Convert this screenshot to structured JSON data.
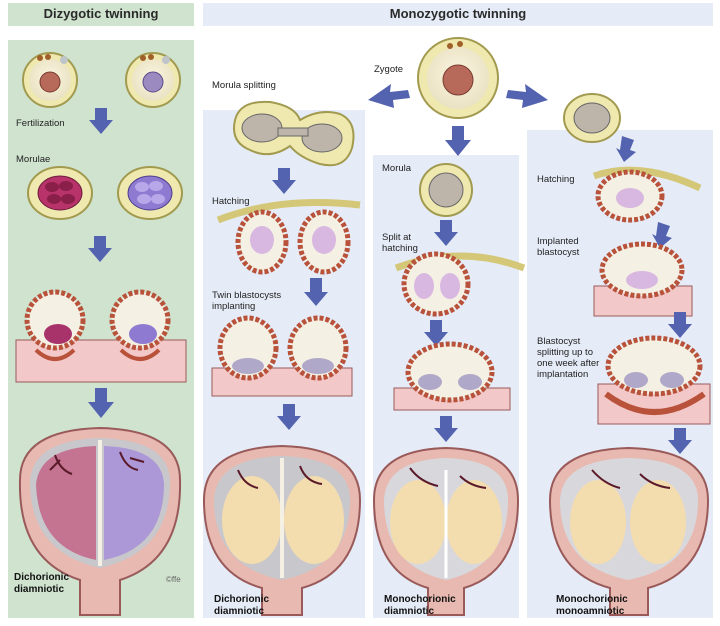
{
  "headers": {
    "dizygotic": "Dizygotic twinning",
    "monozygotic": "Monozygotic twinning"
  },
  "labels": {
    "fertilization": "Fertilization",
    "morulae": "Morulae",
    "zygote": "Zygote",
    "morula_splitting": "Morula splitting",
    "hatching_a": "Hatching",
    "twin_blastocysts": "Twin blastocysts implanting",
    "morula": "Morula",
    "split_at_hatching": "Split at hatching",
    "hatching_b": "Hatching",
    "implanted_blastocyst": "Implanted blastocyst",
    "blastocyst_splitting": "Blastocyst splitting up to one week after implantation"
  },
  "outcomes": {
    "col1": "Dichorionic diamniotic",
    "col2": "Dichorionic diamniotic",
    "col3": "Monochorionic diamniotic",
    "col4": "Monochorionic monoamniotic"
  },
  "signature": "©ffe",
  "colors": {
    "dizygotic_panel": "#cfe3cf",
    "monozygotic_panel": "#e6ecf7",
    "arrow": "#5463b0",
    "zona": "#efe9b0",
    "decidua": "#f2c8c8",
    "trophoblast": "#b8523a"
  }
}
